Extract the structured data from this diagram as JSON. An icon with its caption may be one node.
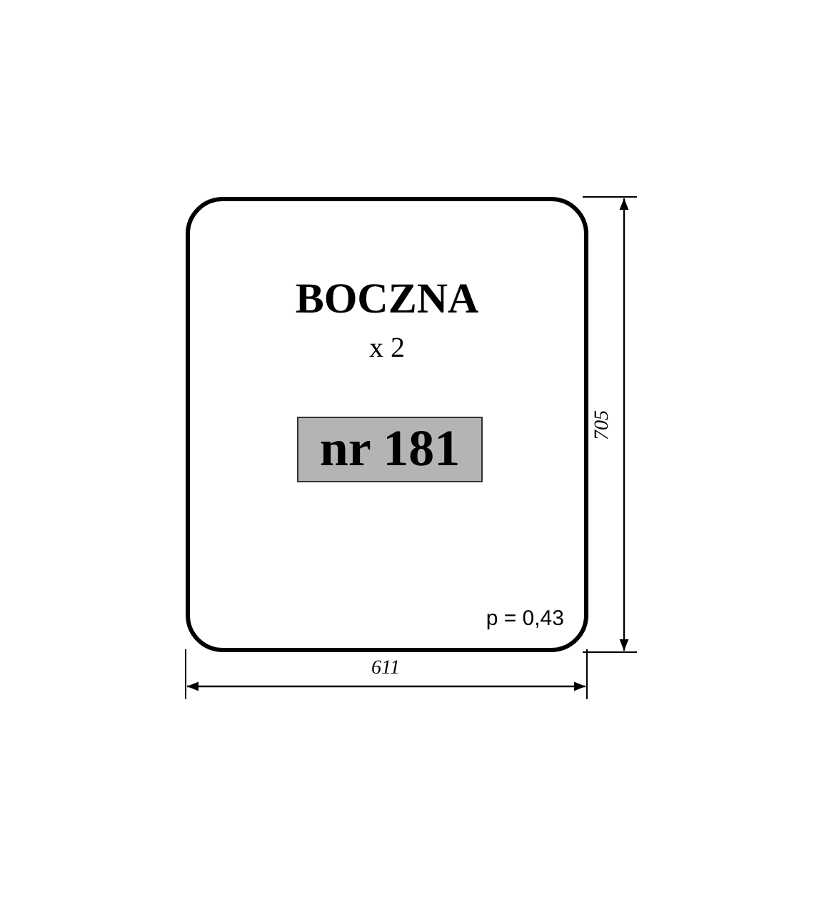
{
  "diagram": {
    "nodes": [
      {
        "text": [
          "BOCZNA",
          "x 2",
          "p = 0,43"
        ]
      },
      {
        "text": [
          "nr 181"
        ],
        "in": 0
      }
    ],
    "edges": [],
    "labels": [
      "705",
      "611"
    ]
  }
}
